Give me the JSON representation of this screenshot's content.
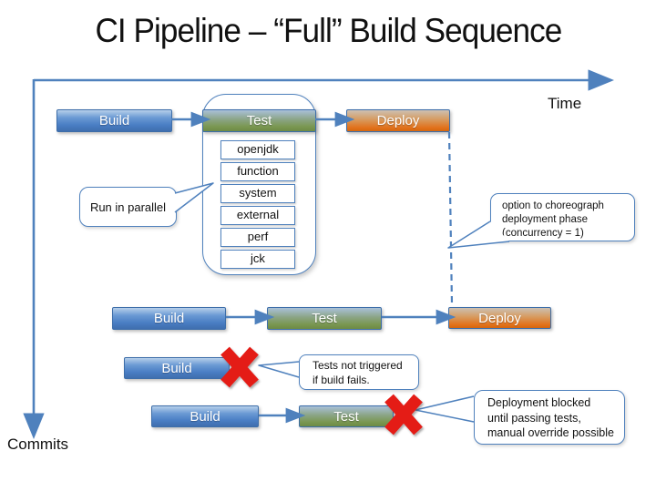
{
  "title": "CI Pipeline – “Full” Build Sequence",
  "axes": {
    "x_label": "Time",
    "y_label": "Commits"
  },
  "colors": {
    "accent": "#4f81bd",
    "red": "#e41b17",
    "stage_build": "#4a7ec4",
    "stage_test": "#7a9751",
    "stage_deploy": "#e27019"
  },
  "rows": {
    "row1": {
      "build": "Build",
      "test": "Test",
      "deploy": "Deploy"
    },
    "row2": {
      "build": "Build",
      "test": "Test",
      "deploy": "Deploy"
    },
    "row3": {
      "build": "Build"
    },
    "row4": {
      "build": "Build",
      "test": "Test"
    }
  },
  "test_suites": [
    "openjdk",
    "function",
    "system",
    "external",
    "perf",
    "jck"
  ],
  "callouts": {
    "parallel": "Run in parallel",
    "choreograph": "option to choreograph\ndeployment phase\n(concurrency = 1)",
    "build_fail": "Tests not triggered\nif build fails.",
    "deploy_blocked": "Deployment blocked\nuntil passing tests,\nmanual override possible"
  }
}
